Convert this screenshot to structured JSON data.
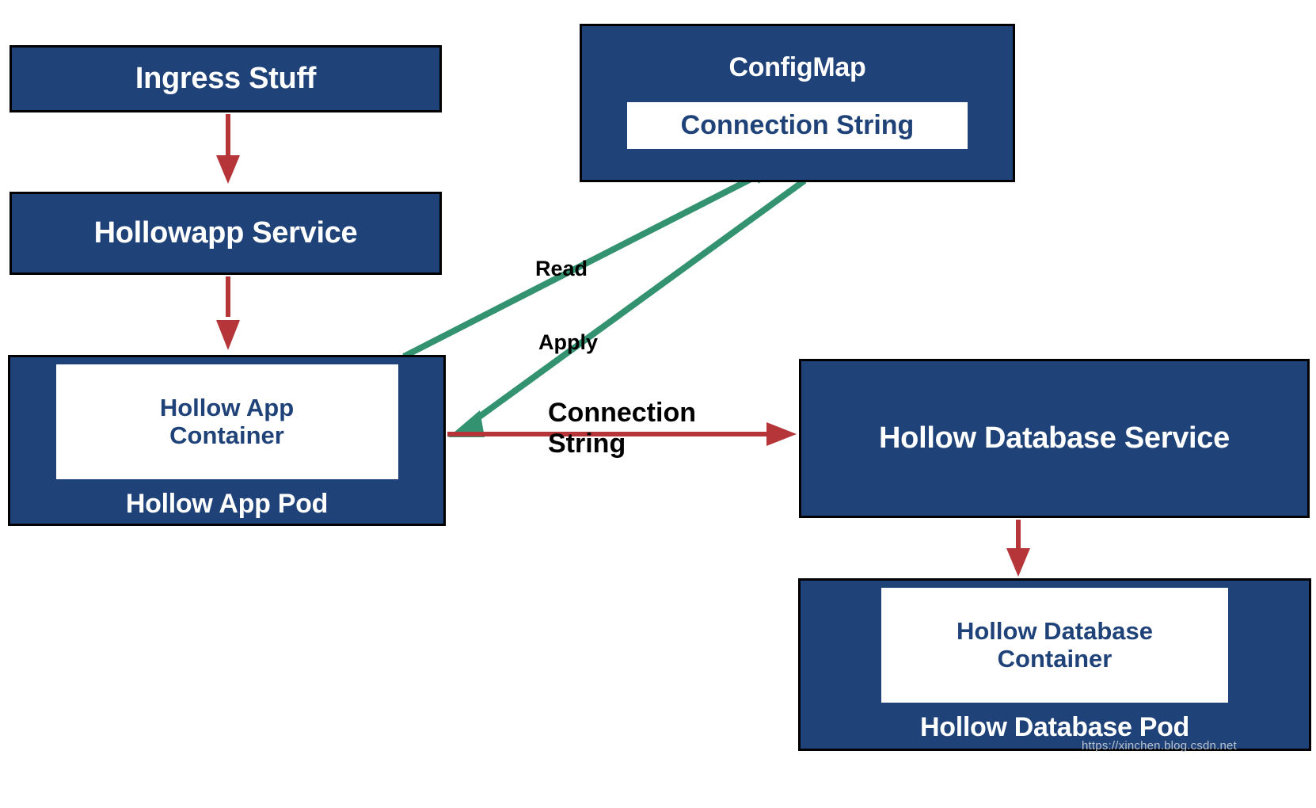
{
  "diagram": {
    "title": "Kubernetes Hollow App architecture diagram",
    "colors": {
      "node_fill": "#1f4279",
      "node_border": "#000000",
      "node_text": "#ffffff",
      "inner_fill": "#ffffff",
      "inner_text": "#1f4279",
      "red_arrow": "#b53539",
      "green_arrow": "#339270",
      "background": "#ffffff"
    },
    "nodes": [
      {
        "id": "ingress",
        "label": "Ingress Stuff"
      },
      {
        "id": "app-service",
        "label": "Hollowapp Service"
      },
      {
        "id": "app-pod",
        "label": "Hollow App Pod",
        "inner": "Hollow App\nContainer"
      },
      {
        "id": "configmap",
        "label": "ConfigMap",
        "inner": "Connection String"
      },
      {
        "id": "db-service",
        "label": "Hollow Database Service"
      },
      {
        "id": "db-pod",
        "label": "Hollow Database Pod",
        "inner": "Hollow Database\nContainer"
      }
    ],
    "edges": [
      {
        "id": "ingress-to-app-service",
        "label": "",
        "color": "#b53539",
        "from": "ingress",
        "to": "app-service"
      },
      {
        "id": "app-service-to-app-pod",
        "label": "",
        "color": "#b53539",
        "from": "app-service",
        "to": "app-pod"
      },
      {
        "id": "app-pod-to-configmap",
        "label": "Read",
        "color": "#339270",
        "from": "app-pod",
        "to": "configmap"
      },
      {
        "id": "configmap-to-app-pod",
        "label": "Apply",
        "color": "#339270",
        "from": "configmap",
        "to": "app-pod"
      },
      {
        "id": "app-pod-to-db-service",
        "label": "Connection String",
        "color": "#b53539",
        "from": "app-pod",
        "to": "db-service"
      },
      {
        "id": "db-service-to-db-pod",
        "label": "",
        "color": "#b53539",
        "from": "db-service",
        "to": "db-pod"
      }
    ],
    "watermark": "https://xinchen.blog.csdn.net"
  }
}
